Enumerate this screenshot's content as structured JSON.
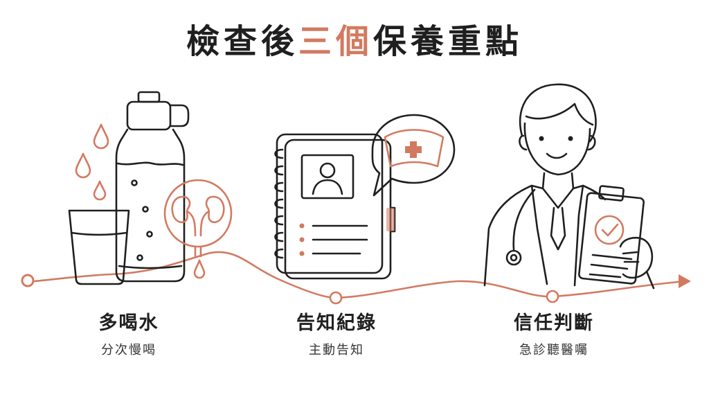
{
  "title": {
    "prefix": "檢查後",
    "accent": "三個",
    "suffix": "保養重點"
  },
  "colors": {
    "accent": "#d27a60",
    "ink": "#1f1f1f"
  },
  "steps": [
    {
      "title": "多喝水",
      "subtitle": "分次慢喝",
      "icon": "water-bottle-glass-kidney-icon"
    },
    {
      "title": "告知紀錄",
      "subtitle": "主動告知",
      "icon": "medical-notebook-icon"
    },
    {
      "title": "信任判斷",
      "subtitle": "急診聽醫囑",
      "icon": "doctor-clipboard-icon"
    }
  ]
}
